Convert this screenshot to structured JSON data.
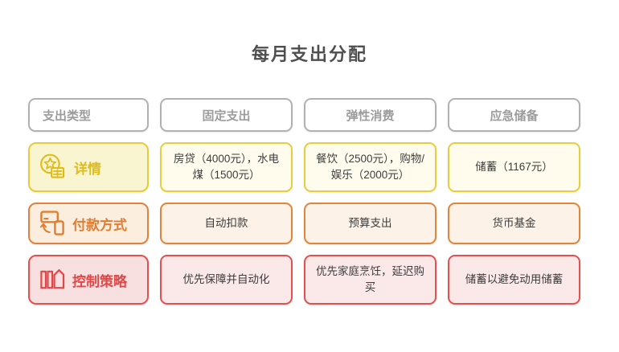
{
  "title": "每月支出分配",
  "table": {
    "headers": [
      "支出类型",
      "固定支出",
      "弹性消费",
      "应急储备"
    ],
    "rows": [
      {
        "label": "详情",
        "icon": "certificate-badge-icon",
        "cells": [
          "房贷（4000元），水电煤（1500元）",
          "餐饮（2500元），购物/娱乐（2000元）",
          "储蓄（1167元）"
        ]
      },
      {
        "label": "付款方式",
        "icon": "payment-transfer-icon",
        "cells": [
          "自动扣款",
          "预算支出",
          "货币基金"
        ]
      },
      {
        "label": "控制策略",
        "icon": "strategy-books-icon",
        "cells": [
          "优先保障并自动化",
          "优先家庭烹饪，延迟购买",
          "储蓄以避免动用储蓄"
        ]
      }
    ]
  },
  "colors": {
    "title_text": "#4e4e4e",
    "header_border": "#b1b1b1",
    "header_text": "#9c9c9c",
    "accent_yellow": "#e0bc1a",
    "accent_orange": "#df7e33",
    "accent_red": "#e24646",
    "data_text": "#3d3d3d"
  }
}
